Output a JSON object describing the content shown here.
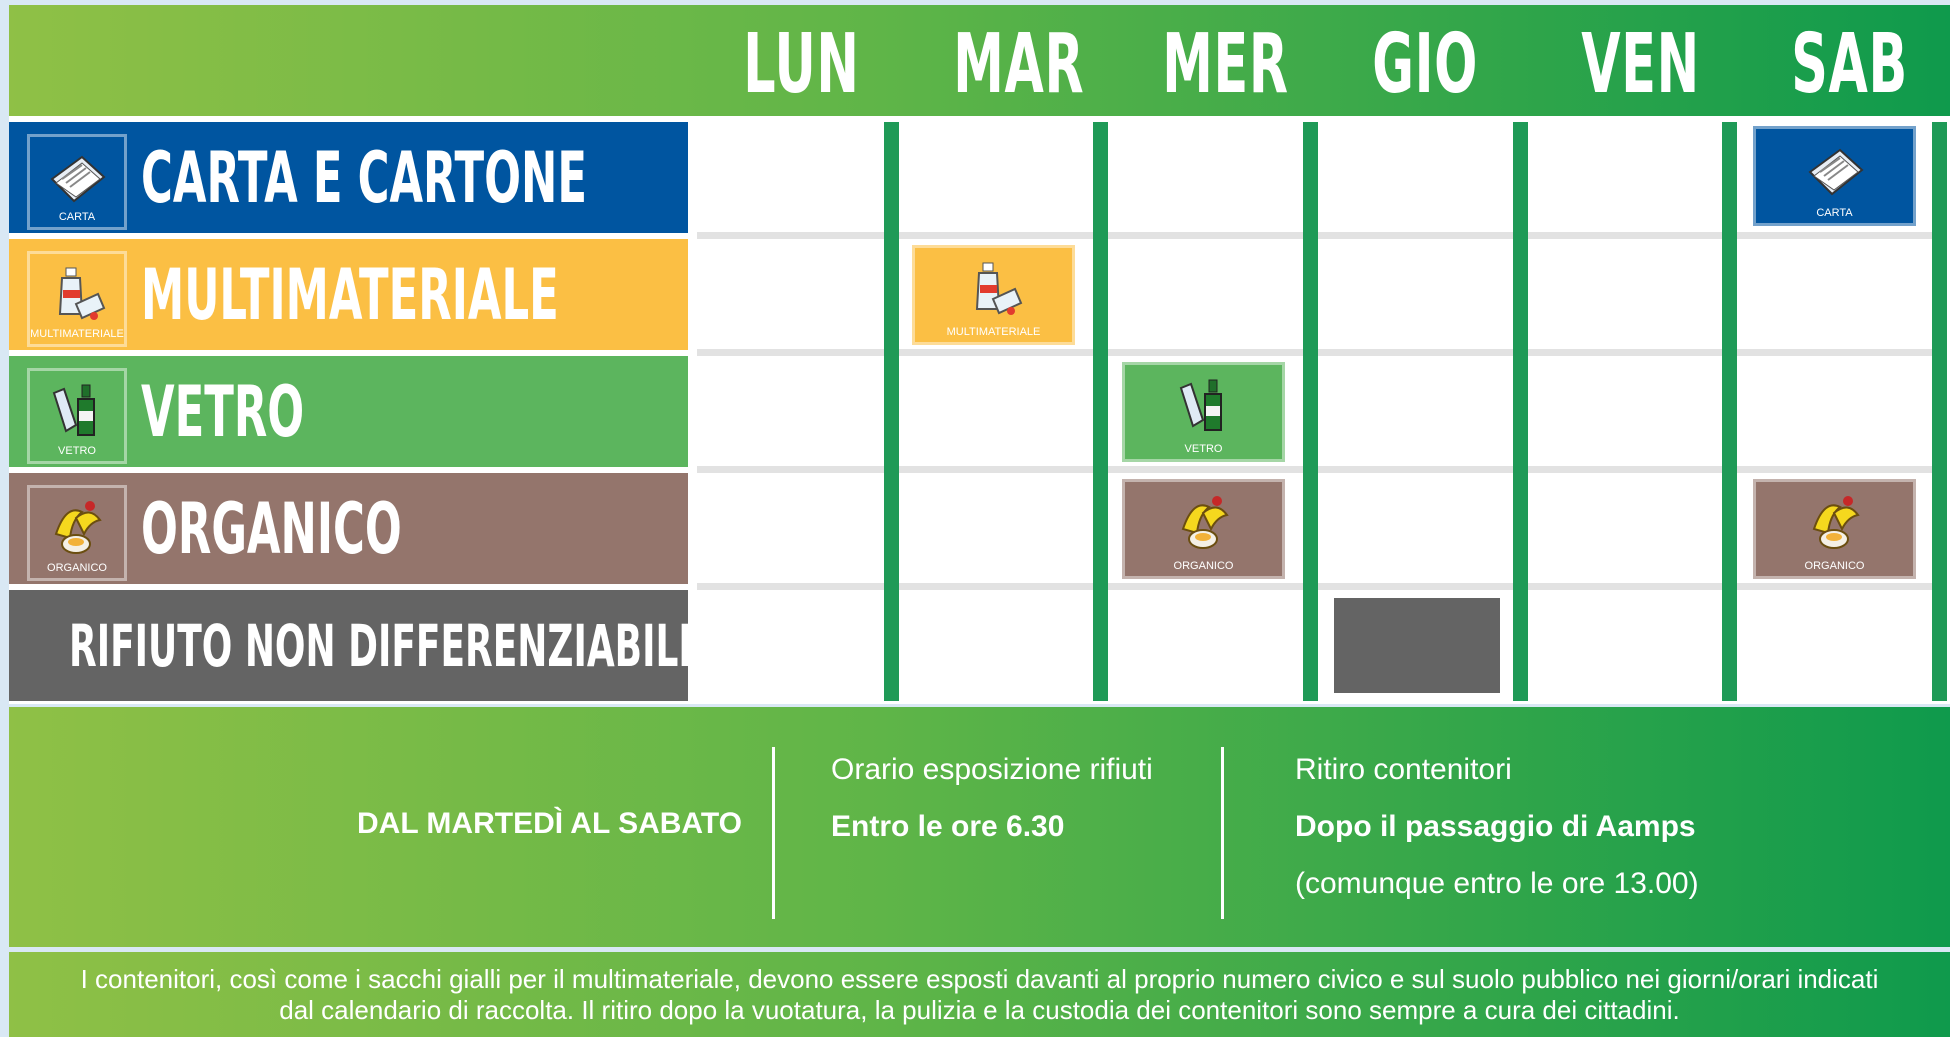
{
  "days": [
    "LUN",
    "MAR",
    "MER",
    "GIO",
    "VEN",
    "SAB"
  ],
  "categories": [
    {
      "label": "CARTA E CARTONE",
      "icon_caption": "CARTA",
      "color": "#0055a0",
      "icon": "paper-icon"
    },
    {
      "label": "MULTIMATERIALE",
      "icon_caption": "MULTIMATERIALE",
      "color": "#fbbf44",
      "icon": "plastic-bottles-icon"
    },
    {
      "label": "VETRO",
      "icon_caption": "VETRO",
      "color": "#5cb55e",
      "icon": "glass-bottles-icon"
    },
    {
      "label": "ORGANICO",
      "icon_caption": "ORGANICO",
      "color": "#94756c",
      "icon": "organic-waste-icon"
    },
    {
      "label": "RIFIUTO NON DIFFERENZIABILE",
      "color": "#646464"
    }
  ],
  "schedule": [
    {
      "day": "MAR",
      "category": "MULTIMATERIALE"
    },
    {
      "day": "MER",
      "category": "VETRO"
    },
    {
      "day": "MER",
      "category": "ORGANICO"
    },
    {
      "day": "GIO",
      "category": "RIFIUTO NON DIFFERENZIABILE"
    },
    {
      "day": "SAB",
      "category": "CARTA E CARTONE"
    },
    {
      "day": "SAB",
      "category": "ORGANICO"
    }
  ],
  "info": {
    "period": "DAL MARTEDÌ AL SABATO",
    "exposure_title": "Orario esposizione rifiuti",
    "exposure_time": "Entro le ore 6.30",
    "pickup_title": "Ritiro contenitori",
    "pickup_time": "Dopo il passaggio di Aamps",
    "pickup_note": "(comunque entro le ore 13.00)"
  },
  "footer": {
    "line1": "I contenitori, così come i sacchi gialli per il multimateriale, devono essere esposti davanti al proprio numero civico e sul suolo pubblico nei giorni/orari indicati",
    "line2": "dal calendario di raccolta. Il ritiro dopo la vuotatura, la pulizia e la custodia dei contenitori sono sempre a cura dei cittadini."
  }
}
